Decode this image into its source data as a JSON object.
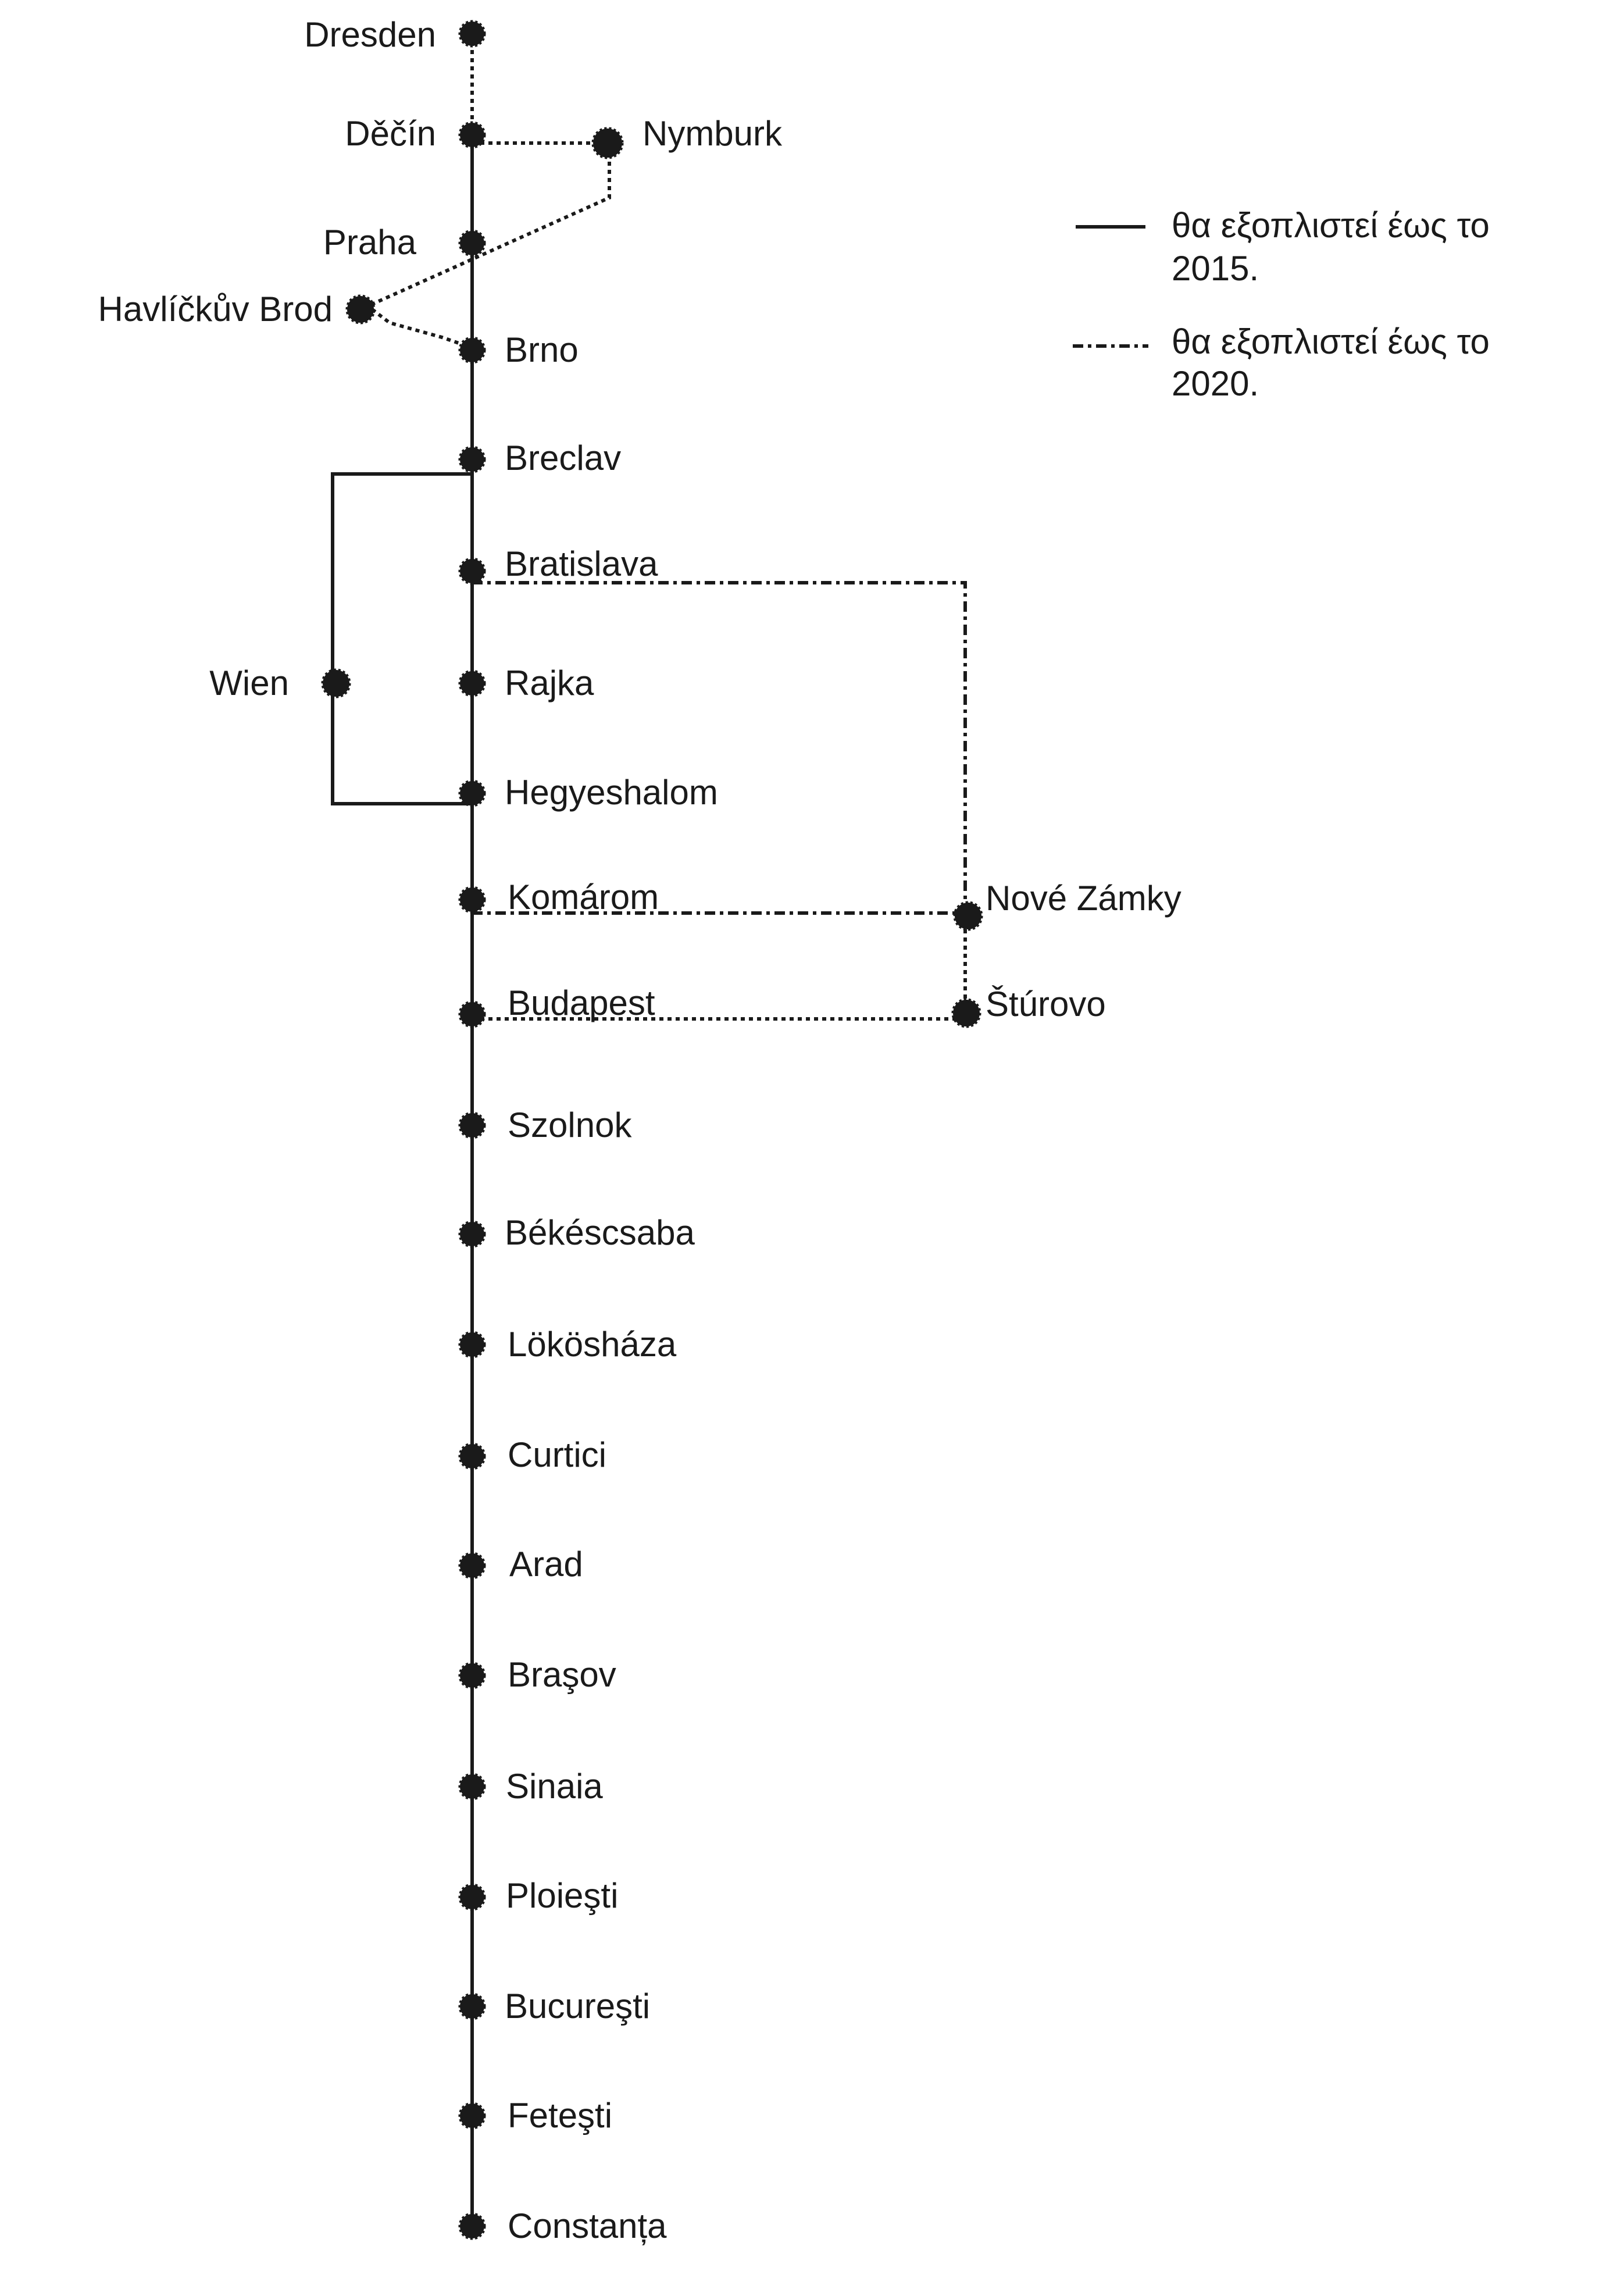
{
  "stations": {
    "dresden": "Dresden",
    "decin": "Děčín",
    "nymburk": "Nymburk",
    "praha": "Praha",
    "havlickuv_brod": "Havlíčkův Brod",
    "brno": "Brno",
    "breclav": "Breclav",
    "bratislava": "Bratislava",
    "wien": "Wien",
    "rajka": "Rajka",
    "hegyeshalom": "Hegyeshalom",
    "komarom": "Komárom",
    "nove_zamky": "Nové Zámky",
    "budapest": "Budapest",
    "sturovo": "Štúrovo",
    "szolnok": "Szolnok",
    "bekescsaba": "Békéscsaba",
    "lokoshaza": "Lökösháza",
    "curtici": "Curtici",
    "arad": "Arad",
    "brasov": "Braşov",
    "sinaia": "Sinaia",
    "ploiesti": "Ploieşti",
    "bucuresti": "Bucureşti",
    "fetesti": "Feteşti",
    "constanta": "Constanța"
  },
  "legend": {
    "solid": {
      "line1": "θα εξοπλιστεί έως το",
      "line2": "2015."
    },
    "dotted": {
      "line1": "θα εξοπλιστεί έως το",
      "line2": "2020."
    }
  }
}
